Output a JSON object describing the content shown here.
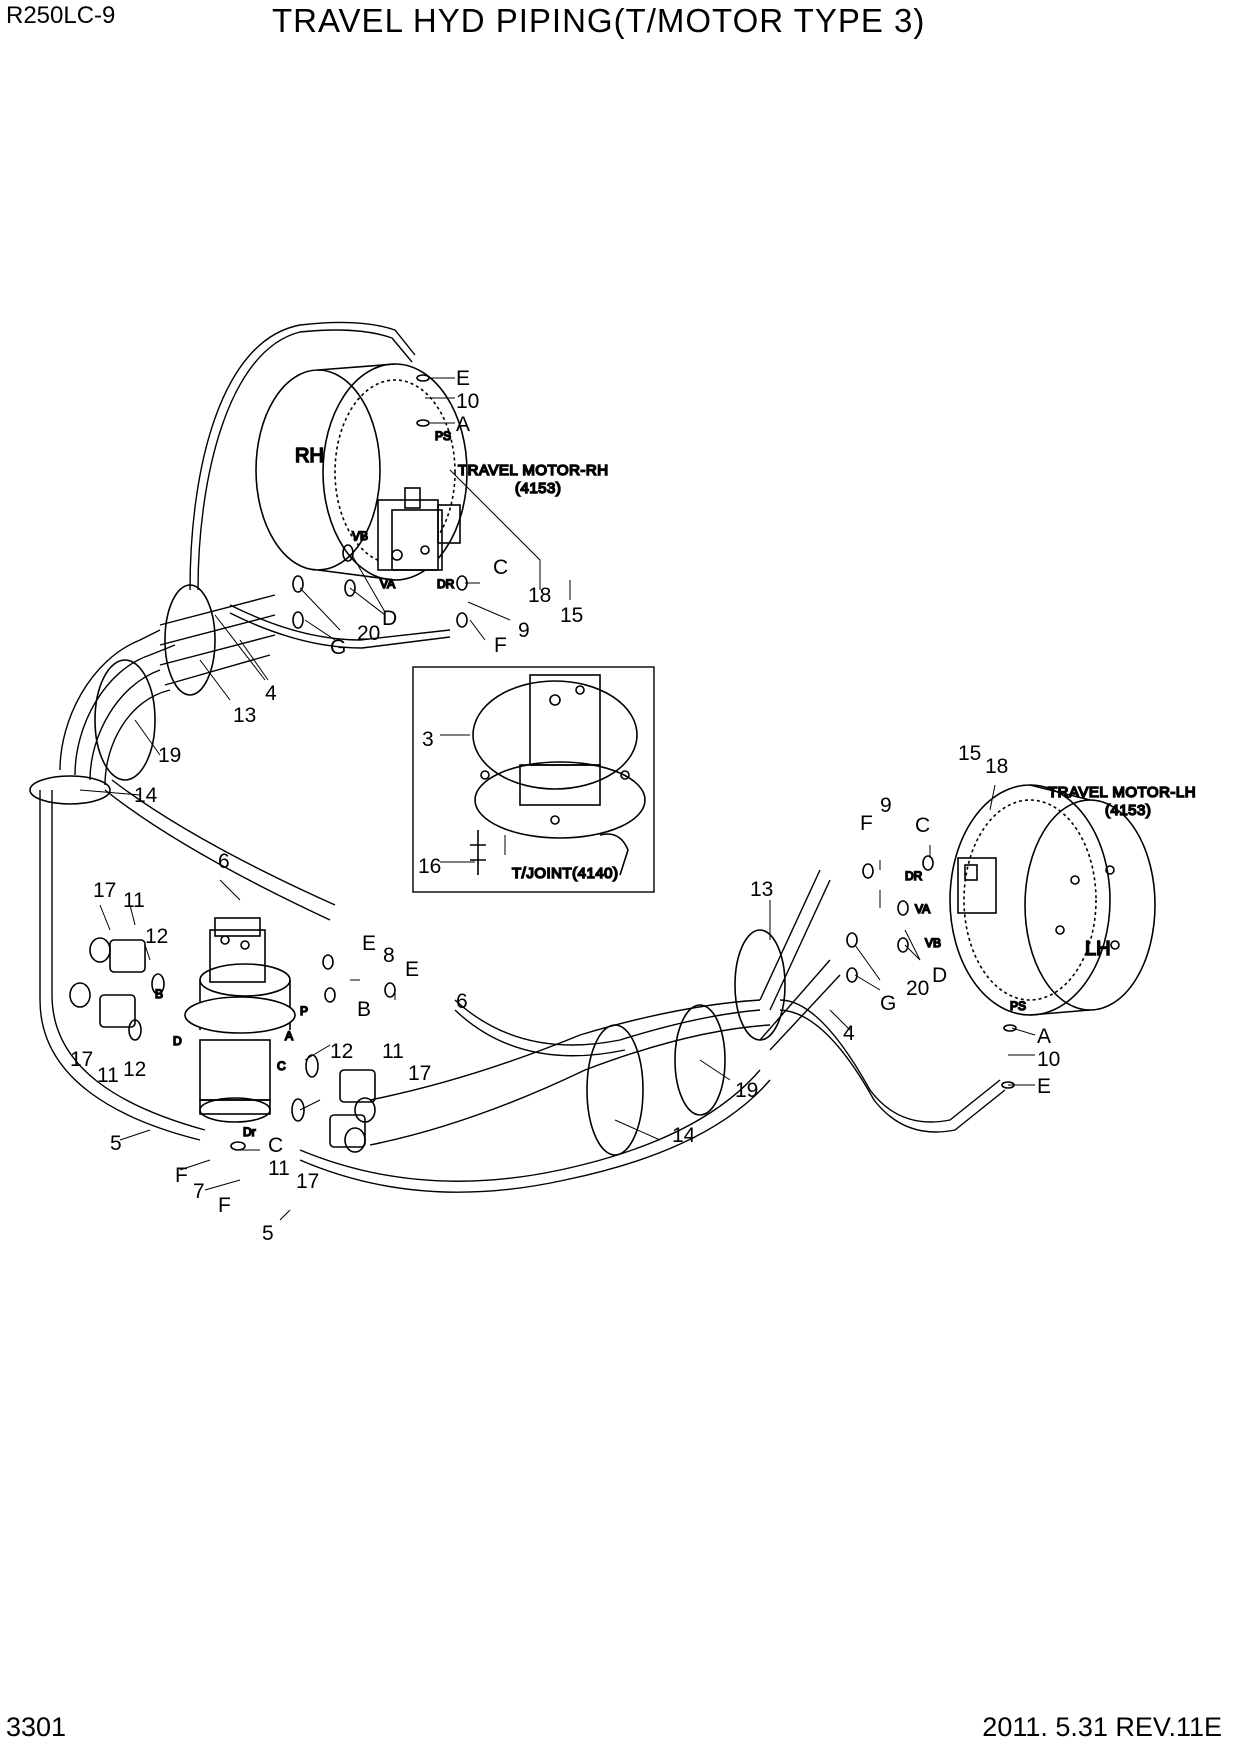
{
  "header": {
    "model": "R250LC-9",
    "title": "TRAVEL HYD PIPING(T/MOTOR TYPE 3)"
  },
  "footer": {
    "page_number": "3301",
    "revision": "2011. 5.31  REV.11E"
  },
  "motor_rh": {
    "tag": "RH",
    "caption_line1": "TRAVEL MOTOR-RH",
    "caption_line2": "(4153)"
  },
  "motor_lh": {
    "tag": "LH",
    "caption_line1": "TRAVEL MOTOR-LH",
    "caption_line2": "(4153)"
  },
  "inset": {
    "caption": "T/JOINT(4140)",
    "part_3": "3",
    "part_16": "16"
  },
  "port_labels": {
    "ps": "PS",
    "vb": "VB",
    "va": "VA",
    "dr": "DR",
    "b": "B",
    "p": "P",
    "d": "D",
    "a": "A",
    "c": "C",
    "dr_joint": "Dr"
  },
  "callouts": {
    "e": "E",
    "a": "A",
    "c": "C",
    "d": "D",
    "g": "G",
    "f": "F",
    "b": "B",
    "n4": "4",
    "n5": "5",
    "n6": "6",
    "n7": "7",
    "n8": "8",
    "n9": "9",
    "n10": "10",
    "n11": "11",
    "n12": "12",
    "n13": "13",
    "n14": "14",
    "n15": "15",
    "n16": "16",
    "n17": "17",
    "n18": "18",
    "n19": "19",
    "n20": "20"
  }
}
